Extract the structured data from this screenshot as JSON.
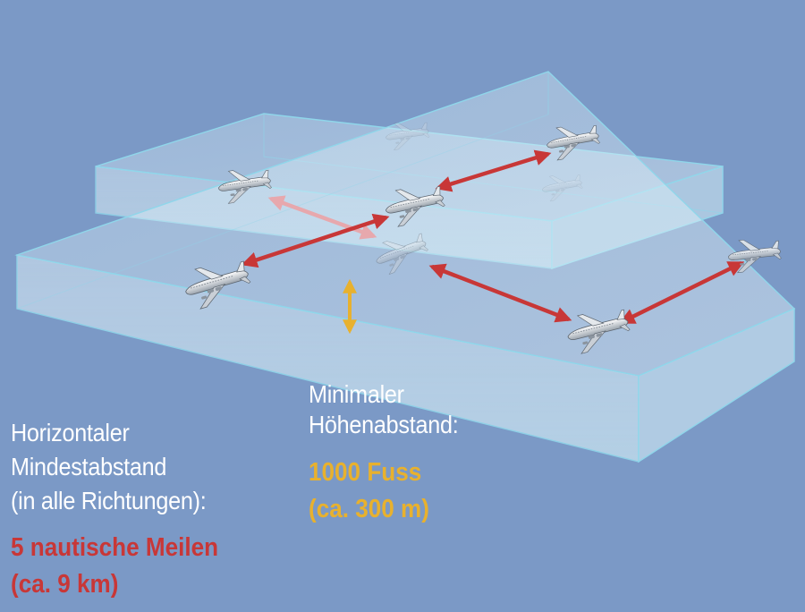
{
  "vertical": {
    "title_line1": "Minimaler",
    "title_line2": "Höhenabstand:",
    "value": "1000 Fuss",
    "value_metric": "(ca. 300 m)"
  },
  "horizontal": {
    "title_line1": "Horizontaler",
    "title_line2": "Mindestabstand",
    "title_line3": "(in alle Richtungen):",
    "value": "5 nautische Meilen",
    "value_metric": "(ca. 9 km)"
  },
  "colors": {
    "background": "#7b99c6",
    "horizontal_arrow": "#c83737",
    "vertical_arrow": "#e8b12e",
    "box_edge": "#8fd6ea"
  },
  "icons": [
    "airplane-icon",
    "double-arrow-icon"
  ]
}
